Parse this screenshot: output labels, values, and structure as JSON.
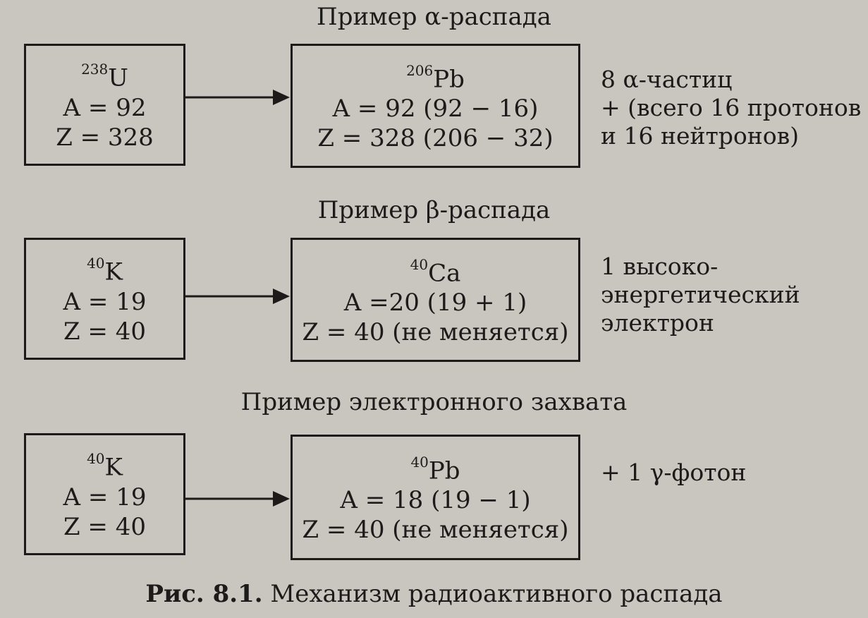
{
  "rows": [
    {
      "title": "Пример α-распада",
      "left": {
        "mass": "238",
        "symbol": "U",
        "line1": "A = 92",
        "line2": "Z = 328"
      },
      "right": {
        "mass": "206",
        "symbol": "Pb",
        "line1": "A = 92 (92 − 16)",
        "line2": "Z = 328 (206 − 32)"
      },
      "note": [
        "8 α-частиц",
        "+ (всего 16 протонов",
        "и 16 нейтронов)"
      ]
    },
    {
      "title": "Пример β-распада",
      "left": {
        "mass": "40",
        "symbol": "K",
        "line1": "A = 19",
        "line2": "Z = 40"
      },
      "right": {
        "mass": "40",
        "symbol": "Ca",
        "line1": "A =20 (19 + 1)",
        "line2": "Z = 40 (не меняется)"
      },
      "note": [
        "1 высоко-",
        "энергетический",
        "электрон"
      ]
    },
    {
      "title": "Пример электронного захвата",
      "left": {
        "mass": "40",
        "symbol": "K",
        "line1": "A = 19",
        "line2": "Z = 40"
      },
      "right": {
        "mass": "40",
        "symbol": "Pb",
        "line1": "A = 18 (19 − 1)",
        "line2": "Z = 40 (не меняется)"
      },
      "note": [
        "+ 1 γ-фотон"
      ]
    }
  ],
  "caption": {
    "label": "Рис. 8.1.",
    "text": " Механизм радиоактивного распада"
  }
}
